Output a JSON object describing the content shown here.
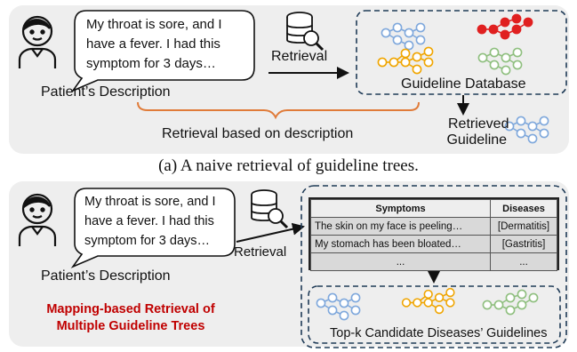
{
  "panel_a": {
    "bubble_lines": [
      "My throat is sore, and I",
      "have a fever. I had this",
      "symptom for 3 days…"
    ],
    "patient_label": "Patient’s Description",
    "retrieval_label": "Retrieval",
    "database_label": "Guideline Database",
    "brace_label": "Retrieval based on description",
    "retrieved_lines": [
      "Retrieved",
      "Guideline"
    ],
    "caption": "(a) A naive retrieval of guideline trees."
  },
  "panel_b": {
    "bubble_lines": [
      "My throat is sore, and I",
      "have a fever. I had this",
      "symptom for 3 days…"
    ],
    "patient_label": "Patient’s Description",
    "retrieval_label": "Retrieval",
    "mapping_lines": [
      "Mapping-based Retrieval of",
      "Multiple Guideline Trees"
    ],
    "table": {
      "headers": [
        "Symptoms",
        "Diseases"
      ],
      "rows": [
        [
          "The skin on my face is peeling…",
          "[Dermatitis]"
        ],
        [
          "My stomach has been bloated…",
          "[Gastritis]"
        ],
        [
          "...",
          "..."
        ]
      ]
    },
    "topk_label": "Top-k Candidate Diseases’ Guidelines"
  },
  "colors": {
    "panel_bg": "#eeeeee",
    "blue_tree": "#7fa8dc",
    "orange_tree": "#f0a500",
    "red_tree": "#e02020",
    "green_tree": "#8fbf7f",
    "brace": "#e07b39",
    "mapping_text": "#c00000"
  },
  "icons": [
    "user-icon",
    "database-search-icon",
    "arrow-right-icon",
    "arrow-down-icon"
  ]
}
